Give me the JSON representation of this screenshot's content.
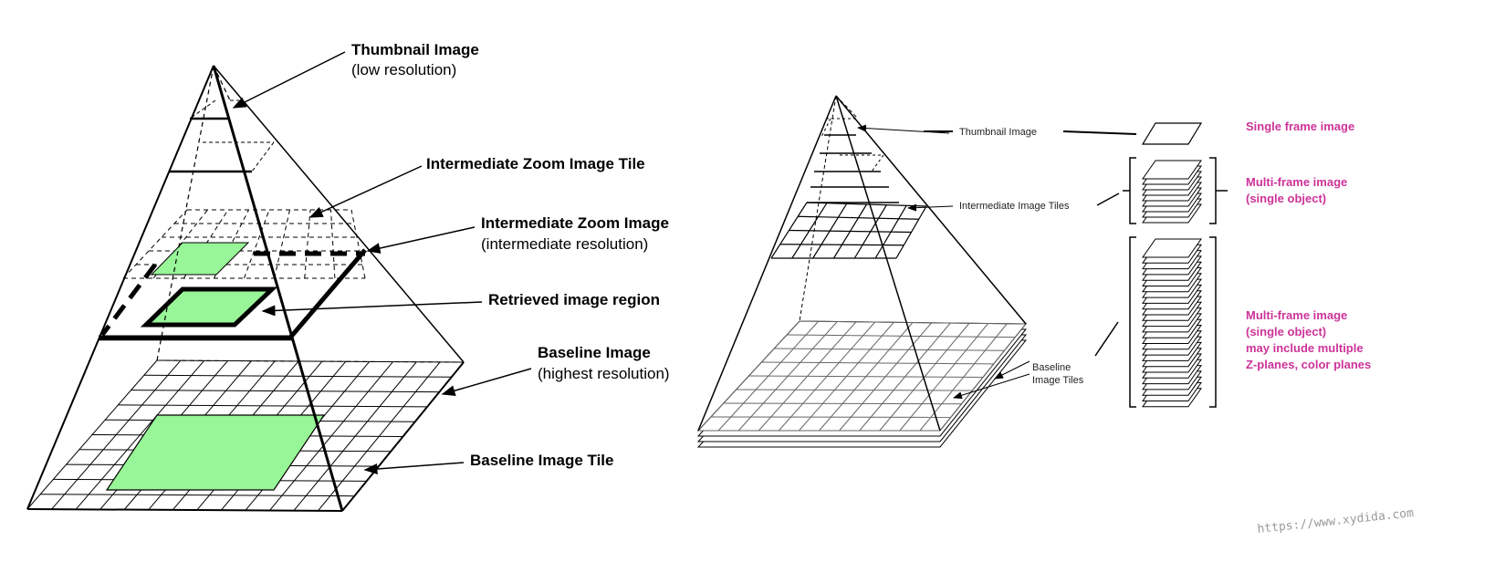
{
  "left": {
    "thumbnail_title": "Thumbnail Image",
    "thumbnail_sub": "(low resolution)",
    "intermediate_tile": "Intermediate Zoom Image Tile",
    "intermediate_title": "Intermediate Zoom Image",
    "intermediate_sub": "(intermediate resolution)",
    "retrieved": "Retrieved image region",
    "baseline_title": "Baseline Image",
    "baseline_sub": "(highest resolution)",
    "baseline_tile": "Baseline Image Tile"
  },
  "right": {
    "thumbnail": "Thumbnail Image",
    "intermediate_tiles": "Intermediate Image Tiles",
    "baseline_line1": "Baseline",
    "baseline_line2": "Image Tiles",
    "single_frame": "Single frame image",
    "multi1_line1": "Multi-frame image",
    "multi1_line2": "(single object)",
    "multi2_line1": "Multi-frame image",
    "multi2_line2": "(single object)",
    "multi2_line3": "may include multiple",
    "multi2_line4": "Z-planes, color planes"
  },
  "watermark": "https://www.xydida.com",
  "colors": {
    "green": "#98f598",
    "magenta": "#cc3399",
    "line": "#000000"
  }
}
